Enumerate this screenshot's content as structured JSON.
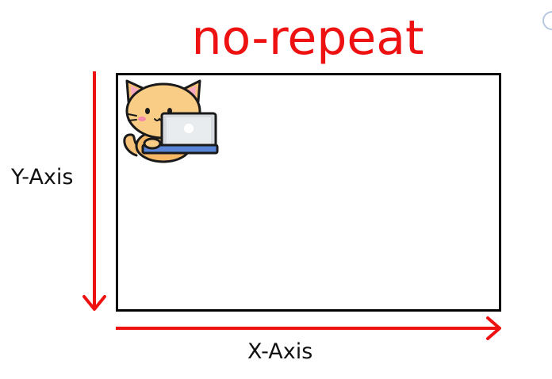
{
  "title": "no-repeat",
  "y_axis_label": "Y-Axis",
  "x_axis_label": "X-Axis",
  "colors": {
    "accent": "#ee1111",
    "border": "#000000",
    "text": "#111111"
  },
  "image": {
    "icon": "cat-with-laptop-icon"
  }
}
